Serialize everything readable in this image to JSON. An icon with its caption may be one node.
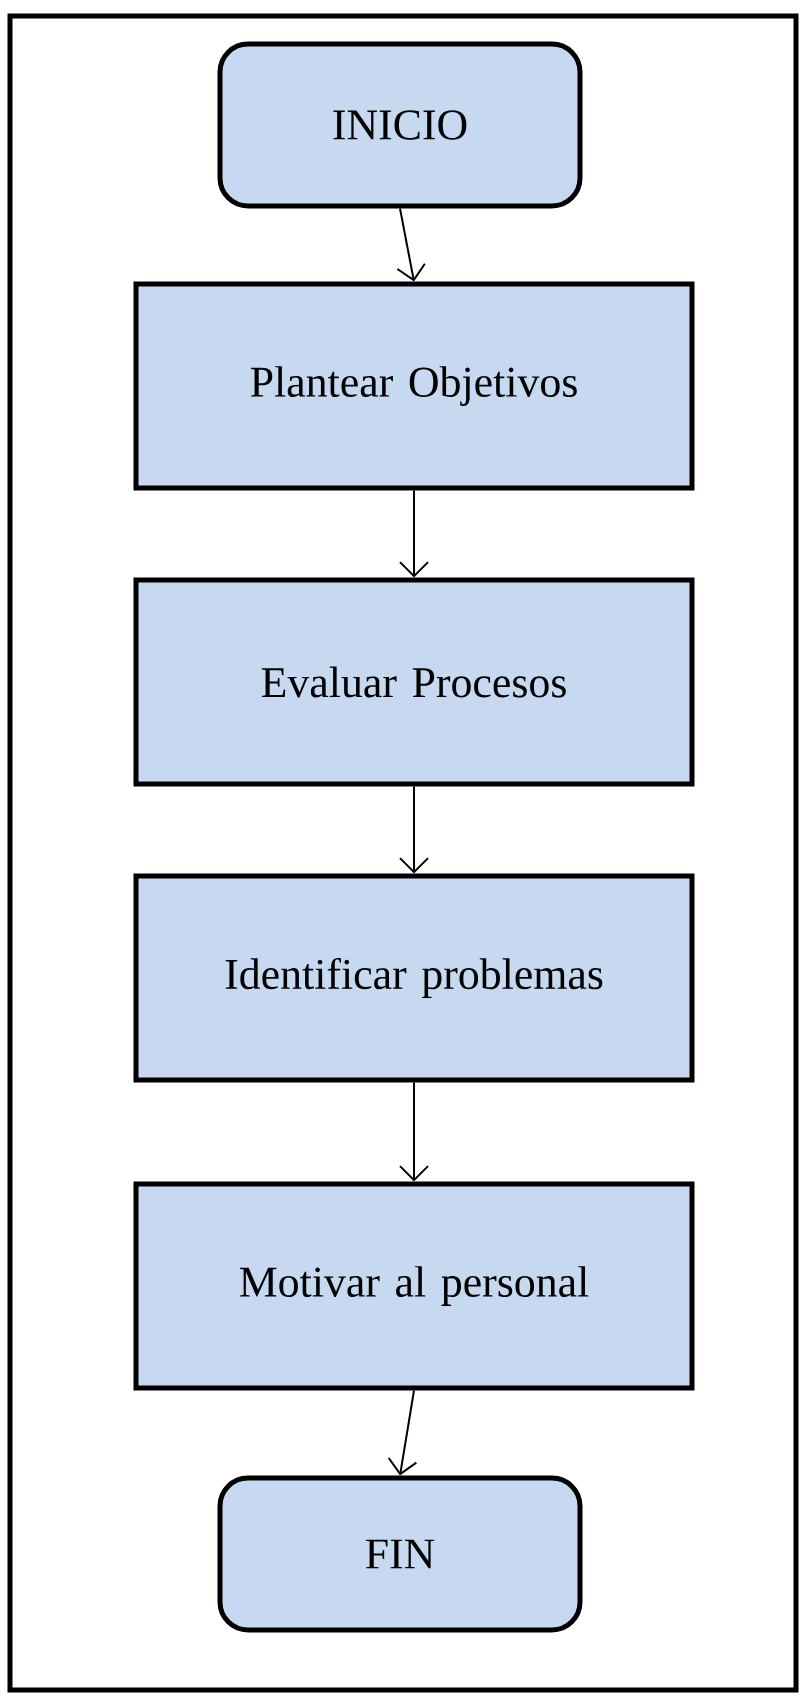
{
  "diagram": {
    "nodes": [
      {
        "text": [
          "INICIO"
        ]
      },
      {
        "text": [
          "Plantear Objetivos"
        ]
      },
      {
        "text": [
          "Evaluar Procesos"
        ]
      },
      {
        "text": [
          "Identificar problemas"
        ]
      },
      {
        "text": [
          "Motivar al personal"
        ]
      },
      {
        "text": [
          "FIN"
        ]
      }
    ],
    "edges": [
      {
        "from": 0,
        "to": 1,
        "arrow": "to"
      },
      {
        "from": 1,
        "to": 2,
        "arrow": "to"
      },
      {
        "from": 2,
        "to": 3,
        "arrow": "to"
      },
      {
        "from": 3,
        "to": 4,
        "arrow": "to"
      },
      {
        "from": 4,
        "to": 5,
        "arrow": "to"
      }
    ]
  }
}
